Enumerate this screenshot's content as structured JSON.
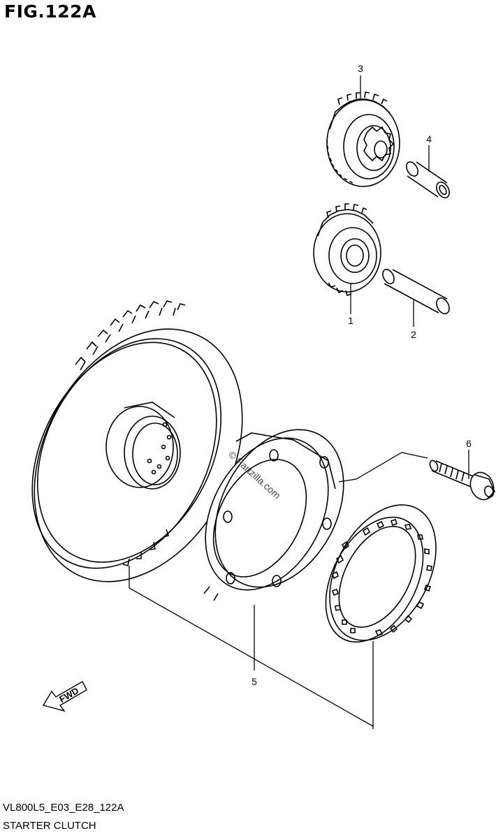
{
  "figure": {
    "title": "FIG.122A",
    "code": "VL800L5_E03_E28_122A",
    "name": "STARTER CLUTCH"
  },
  "callouts": {
    "c1": "1",
    "c2": "2",
    "c3": "3",
    "c4": "4",
    "c5": "5",
    "c6": "6"
  },
  "direction": {
    "label": "FWD"
  },
  "watermark": {
    "text": "© Partzilla.com"
  },
  "colors": {
    "line": "#000000",
    "background": "#ffffff"
  }
}
